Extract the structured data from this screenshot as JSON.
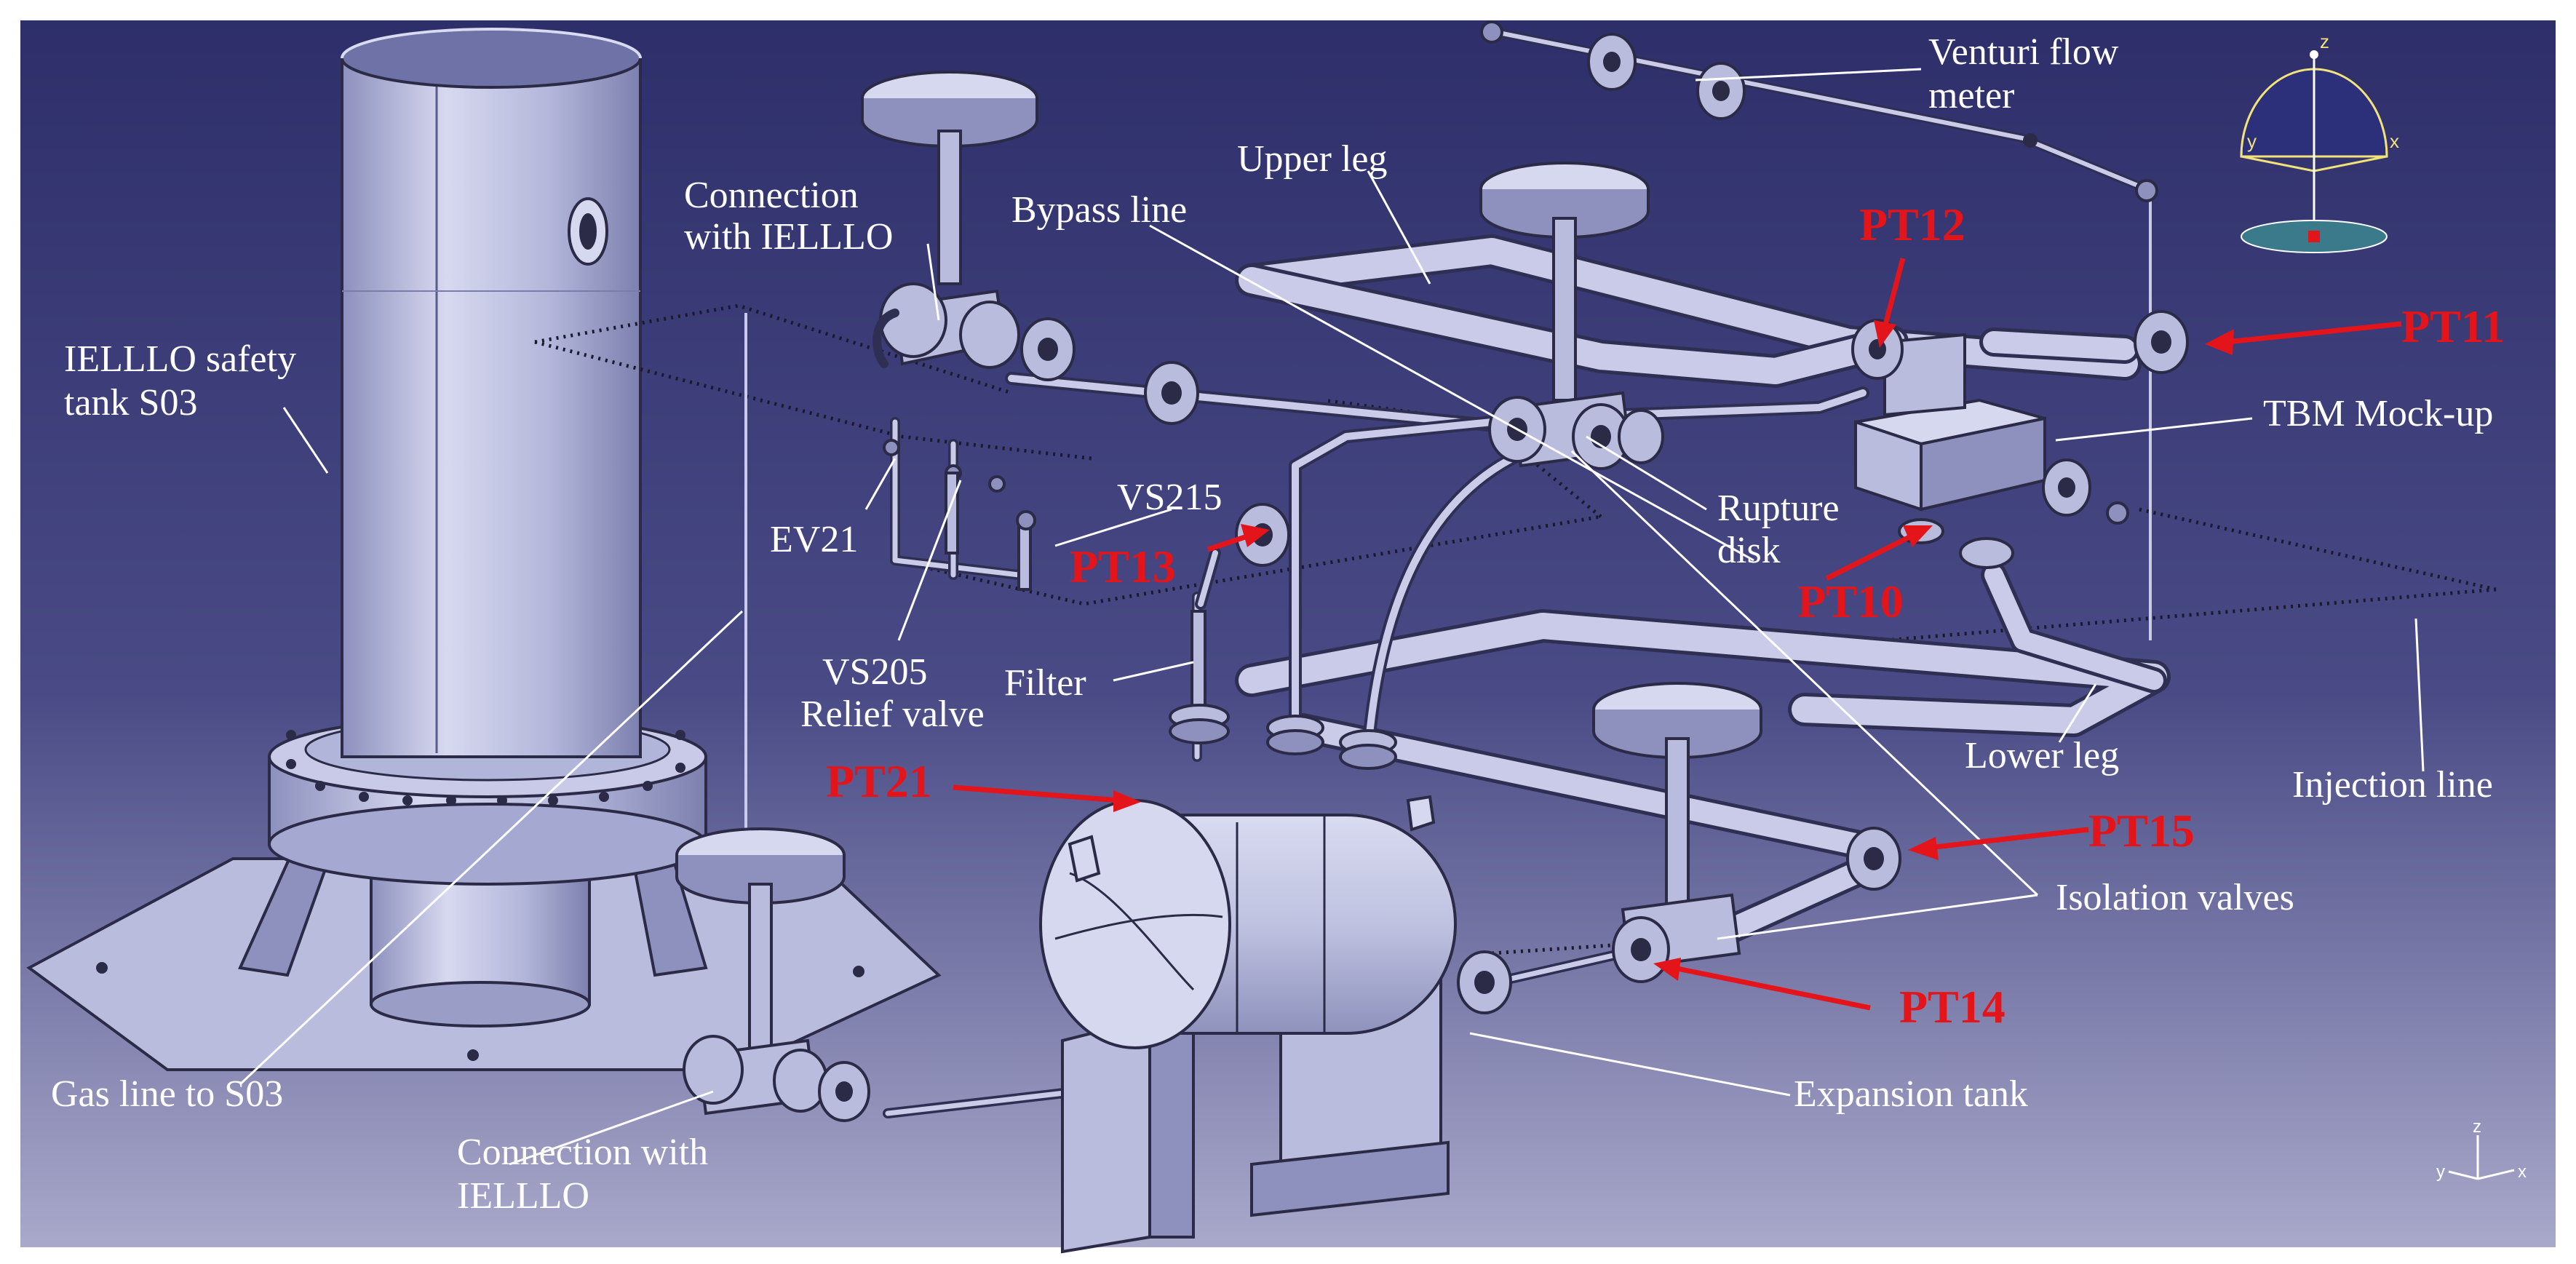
{
  "labels": {
    "venturi": [
      "Venturi flow",
      "meter"
    ],
    "upper_leg": "Upper leg",
    "bypass_line": "Bypass line",
    "connection_top": [
      "Connection",
      "with IELLLO"
    ],
    "safety_tank": [
      "IELLLO safety",
      "tank S03"
    ],
    "ev21": "EV21",
    "vs215": "VS215",
    "vs205": [
      "VS205",
      "Relief valve"
    ],
    "filter": "Filter",
    "rupture_disk": [
      "Rupture",
      "disk"
    ],
    "tbm": "TBM Mock-up",
    "lower_leg": "Lower leg",
    "injection_line": "Injection line",
    "isolation_valves": "Isolation valves",
    "expansion_tank": "Expansion tank",
    "gas_line": "Gas line to S03",
    "connection_bottom": [
      "Connection with",
      "IELLLO"
    ]
  },
  "pressure_transducers": {
    "pt11": "PT11",
    "pt12": "PT12",
    "pt13": "PT13",
    "pt10": "PT10",
    "pt21": "PT21",
    "pt15": "PT15",
    "pt14": "PT14"
  },
  "compass": {
    "z": "z",
    "y": "y",
    "x": "x"
  },
  "axis_triad": {
    "z": "z",
    "x": "x",
    "y": "y"
  },
  "colors": {
    "background_top": "#2e2f6a",
    "background_bottom": "#a9a9cb",
    "annotation_text": "#ffffff",
    "sensor_labels": "#e4151a",
    "equipment": "#b9bcdc"
  }
}
